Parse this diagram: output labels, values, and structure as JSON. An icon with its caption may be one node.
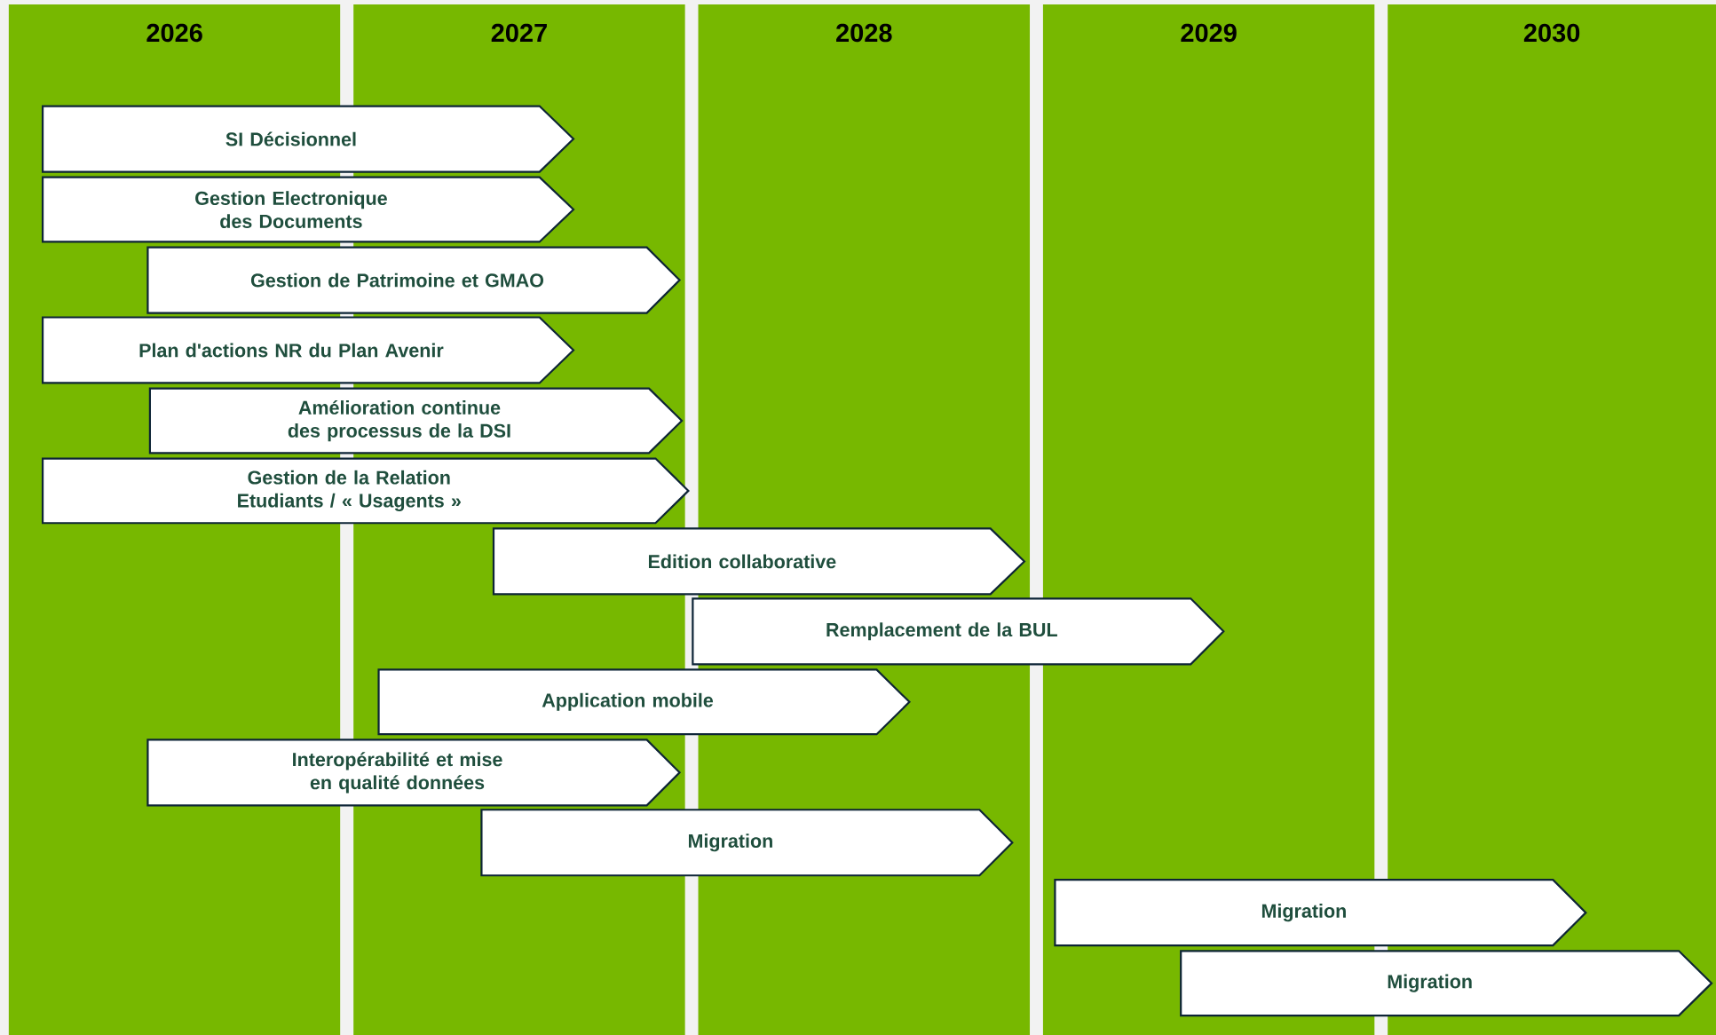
{
  "diagram": {
    "nodes": [
      {
        "text": [
          "2026"
        ]
      },
      {
        "text": [
          "2027"
        ]
      },
      {
        "text": [
          "2028"
        ]
      },
      {
        "text": [
          "2029"
        ]
      },
      {
        "text": [
          "2030"
        ]
      },
      {
        "text": [
          "SI Décisionnel"
        ]
      },
      {
        "text": [
          "Gestion Electronique des Documents"
        ]
      },
      {
        "text": [
          "Gestion de Patrimoine et GMAO"
        ]
      },
      {
        "text": [
          "Plan d'actions NR du Plan Avenir"
        ]
      },
      {
        "text": [
          "Amélioration continue des processus de la DSI"
        ]
      },
      {
        "text": [
          "Gestion de la Relation Etudiants / « Usagents »"
        ]
      },
      {
        "text": [
          "Edition collaborative"
        ]
      },
      {
        "text": [
          "Remplacement de la BUL"
        ]
      },
      {
        "text": [
          "Application mobile"
        ]
      },
      {
        "text": [
          "Interopérabilité et mise en qualité données"
        ]
      },
      {
        "text": [
          "Migration"
        ]
      },
      {
        "text": [
          "Migration"
        ]
      },
      {
        "text": [
          "Migration"
        ]
      }
    ]
  }
}
